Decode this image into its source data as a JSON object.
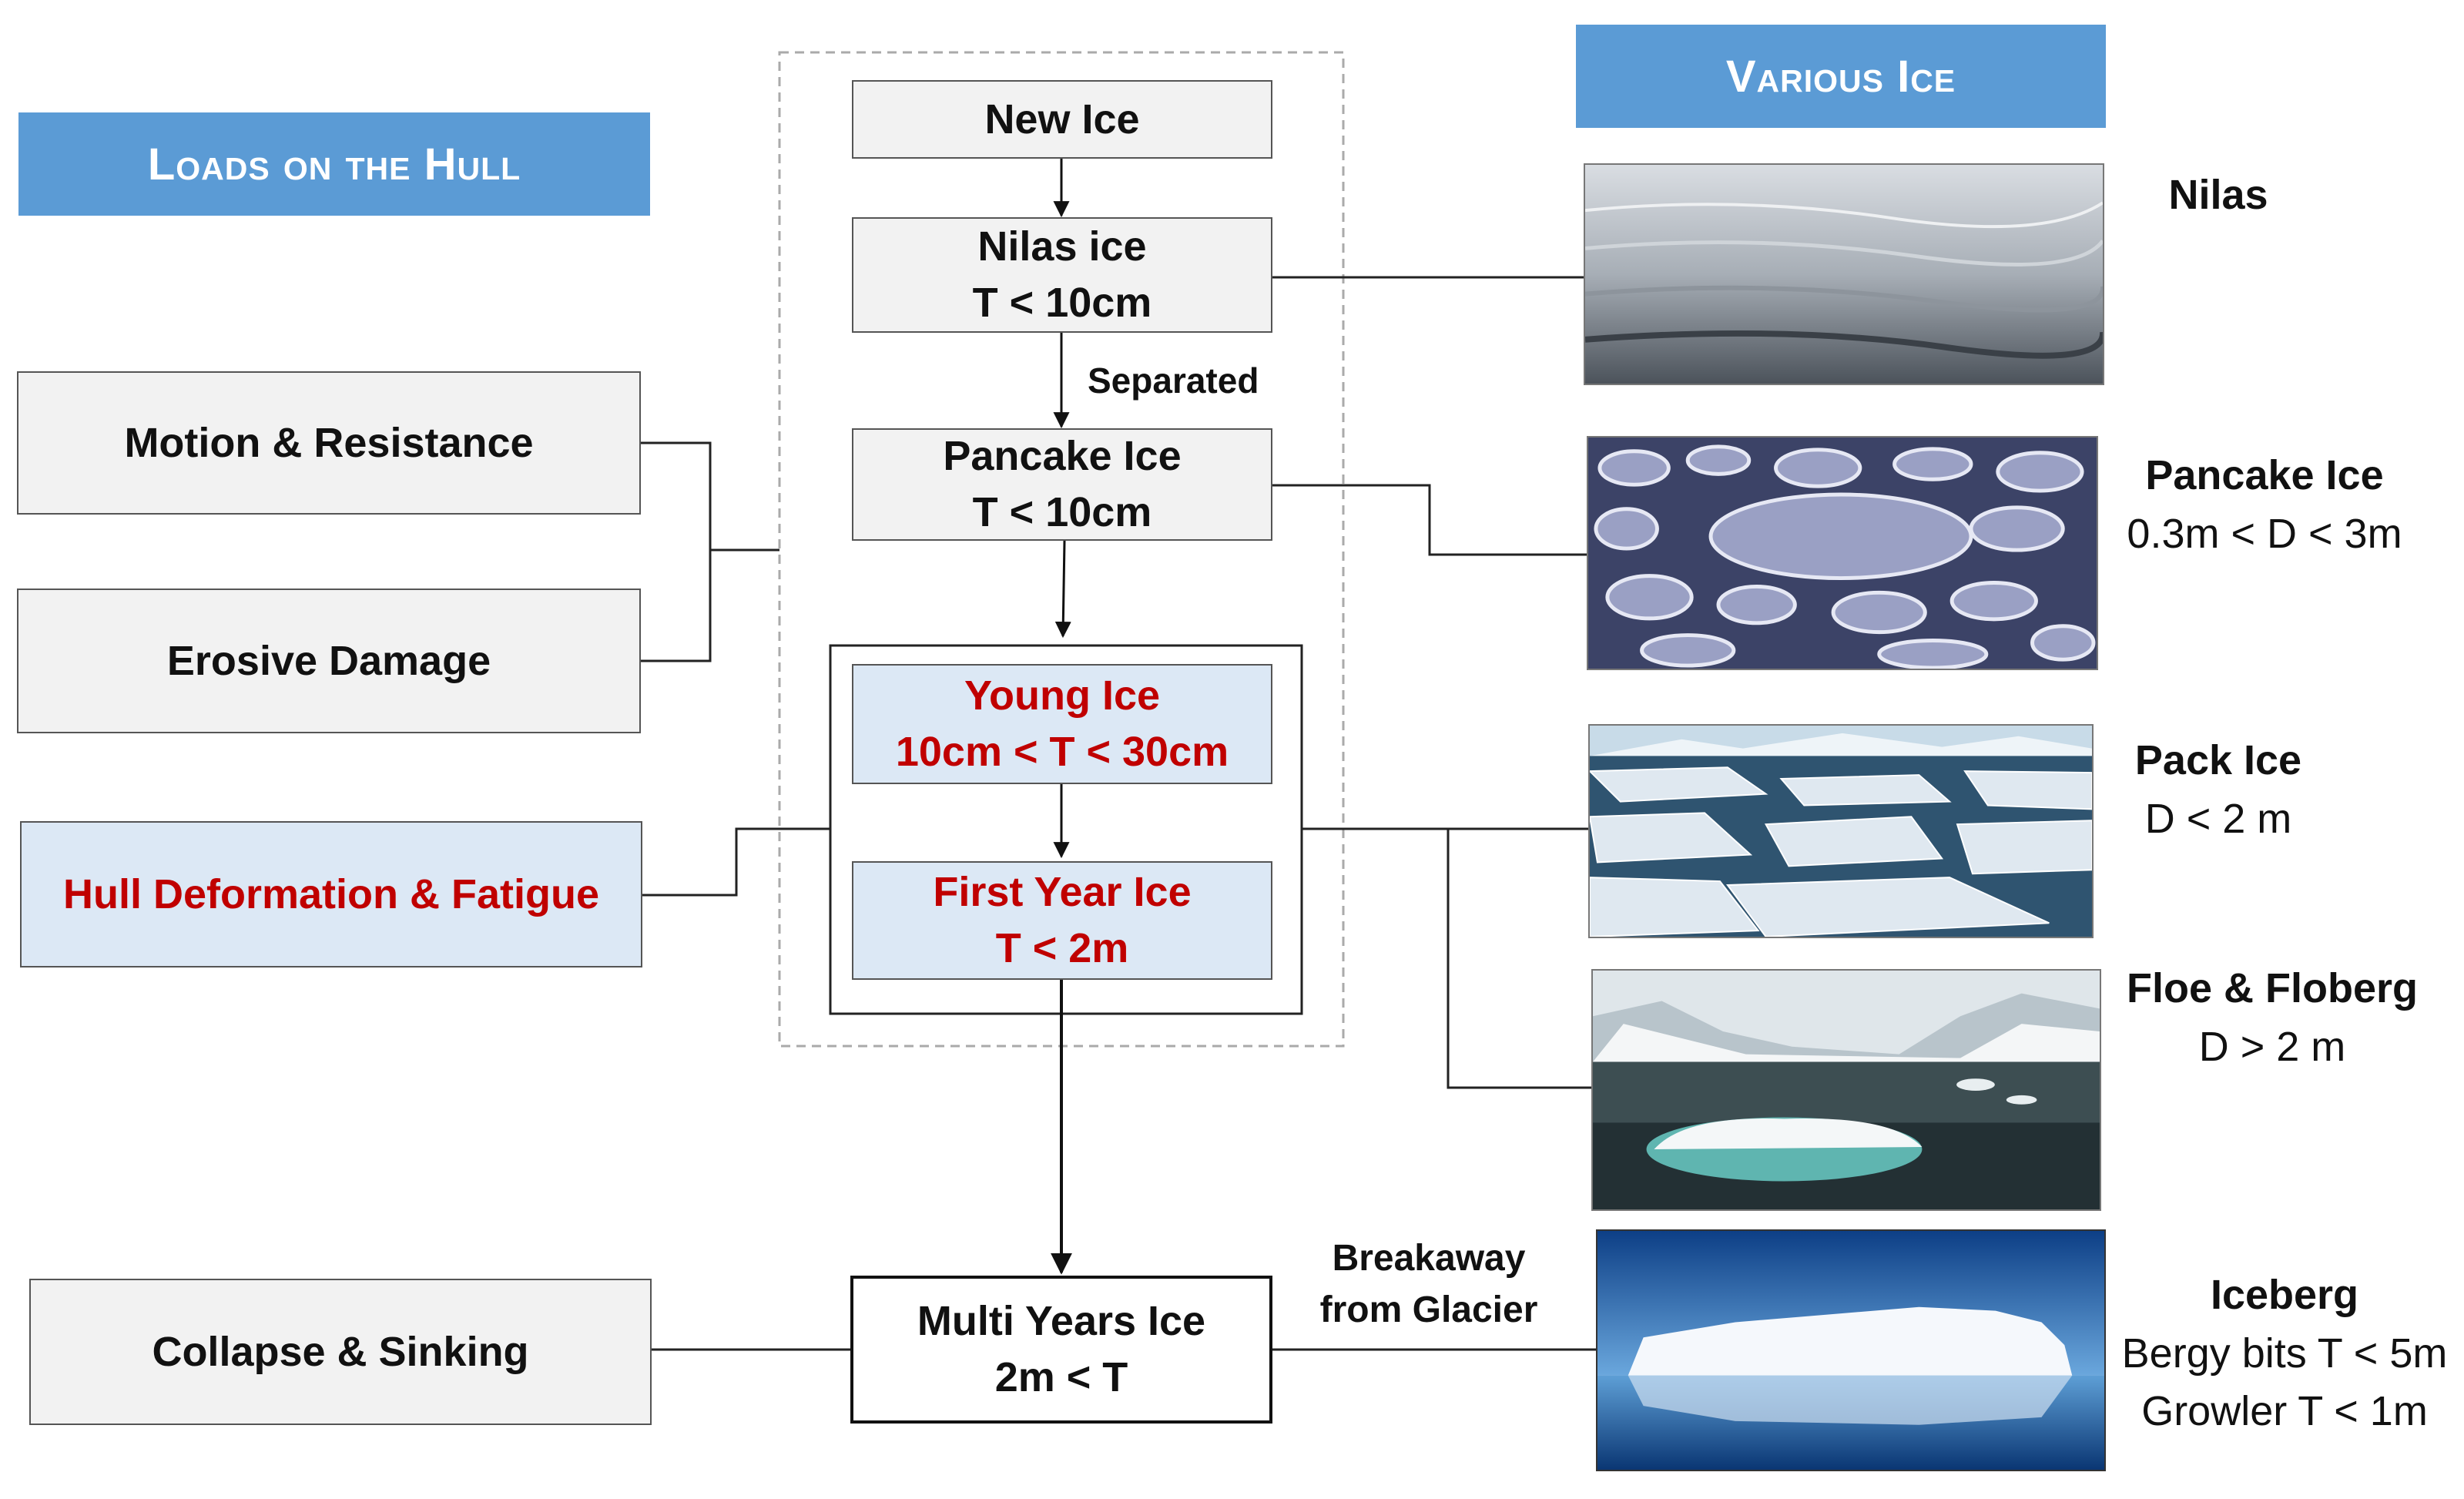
{
  "headers": {
    "loads": "Loads on the Hull",
    "various": "Various Ice"
  },
  "stages": {
    "new_ice": "New Ice",
    "nilas_title": "Nilas ice",
    "nilas_sub": "T < 10cm",
    "separated": "Separated",
    "pancake_title": "Pancake Ice",
    "pancake_sub": "T < 10cm",
    "young_title": "Young Ice",
    "young_sub": "10cm < T < 30cm",
    "first_title": "First Year Ice",
    "first_sub": "T < 2m",
    "multi_title": "Multi Years Ice",
    "multi_sub": "2m < T",
    "breakaway_line1": "Breakaway",
    "breakaway_line2": "from Glacier"
  },
  "loads": {
    "motion": "Motion & Resistance",
    "erosive": "Erosive Damage",
    "hull": "Hull Deformation & Fatigue",
    "collapse": "Collapse & Sinking"
  },
  "ice_types": {
    "nilas": "Nilas",
    "pancake_title": "Pancake Ice",
    "pancake_sub": "0.3m < D < 3m",
    "pack_title": "Pack Ice",
    "pack_sub": "D < 2 m",
    "floe_title": "Floe & Floberg",
    "floe_sub": "D > 2 m",
    "iceberg_title": "Iceberg",
    "iceberg_sub1": "Bergy bits T < 5m",
    "iceberg_sub2": "Growler T < 1m"
  },
  "photos": {
    "nilas": "nilas-photo",
    "pancake": "pancake-ice-photo",
    "pack": "pack-ice-photo",
    "floe": "floe-photo",
    "iceberg": "iceberg-photo"
  },
  "colors": {
    "header_bg": "#5b9bd5",
    "box_fill": "#f2f2f2",
    "highlight_fill": "#dce8f5",
    "highlight_text": "#c00000"
  }
}
